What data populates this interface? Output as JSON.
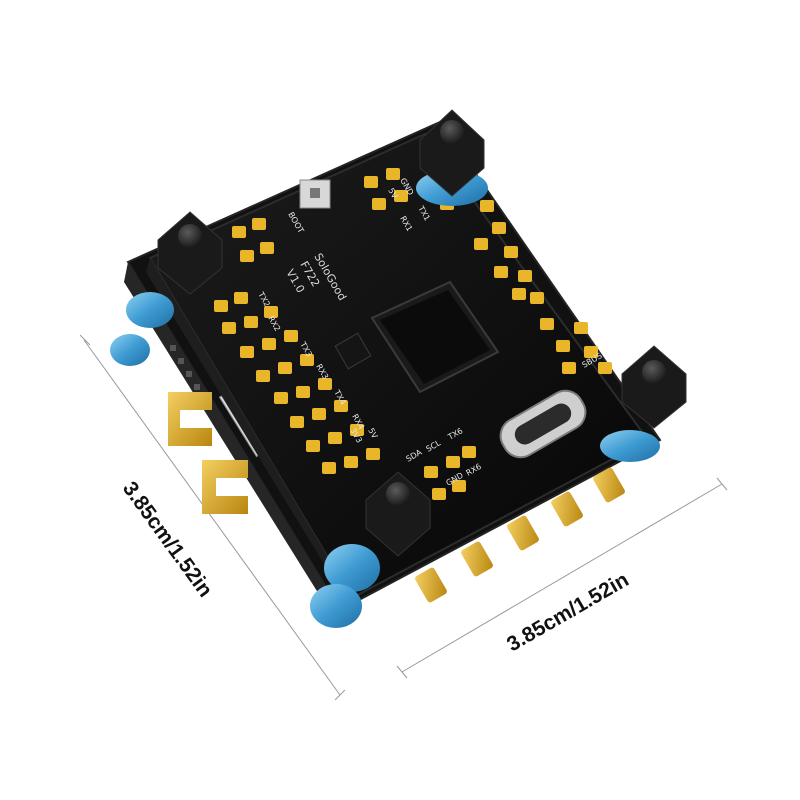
{
  "dimensions": {
    "left_label": "3.85cm/1.52in",
    "bottom_label": "3.85cm/1.52in"
  },
  "board": {
    "brand": "SoloGood",
    "model": "F722",
    "version": "V1.0",
    "silkscreen": [
      "BOOT",
      "GND",
      "5V",
      "RX1",
      "TX1",
      "SDA",
      "SCL",
      "TX6",
      "RX6",
      "GND",
      "3V3",
      "5V",
      "SBUS",
      "TX2",
      "RX2",
      "TX3",
      "RX3",
      "TX4",
      "RX4"
    ],
    "colors": {
      "pcb": "#0d0d0d",
      "pads": "#e9b629",
      "gold": "#d7a227",
      "dampers": "#4aa6d8",
      "nylon": "#1a1a1a"
    }
  }
}
